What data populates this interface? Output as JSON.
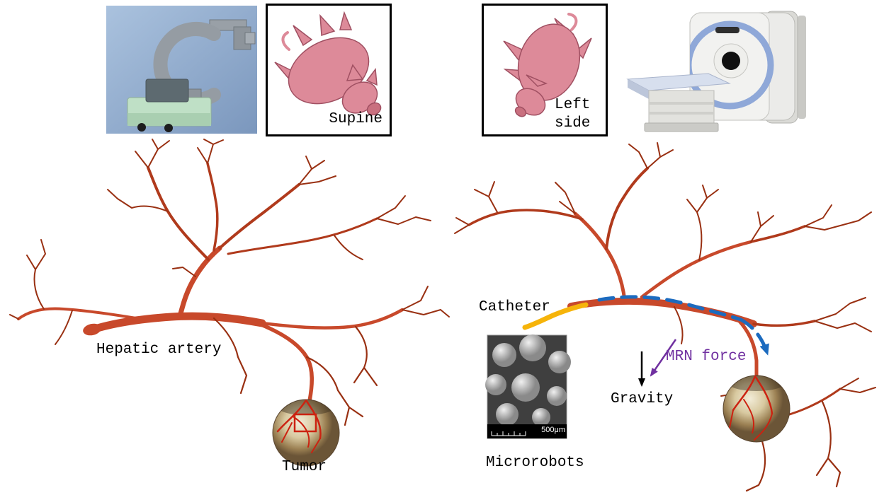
{
  "panels": {
    "left": {
      "device_icon": "c-arm-xray",
      "position_box": {
        "pig_icon": "pig-supine",
        "label": "Supine"
      },
      "labels": {
        "artery": "Hepatic artery",
        "tumor": "Tumor"
      }
    },
    "right": {
      "device_icon": "mri-scanner",
      "position_box": {
        "pig_icon": "pig-left-side",
        "label": "Left side"
      },
      "labels": {
        "catheter": "Catheter",
        "microrobots": "Microrobots",
        "gravity": "Gravity",
        "mrn_force": "MRN force"
      },
      "sem": {
        "scale_label": "500μm"
      }
    }
  },
  "colors": {
    "vessel": "#c8492b",
    "vessel2": "#b03a1c",
    "twig": "#993012",
    "tumor_vessel": "#cc2211",
    "catheter": "#f6b40a",
    "path": "#1c6bbf",
    "mrn": "#7030a0",
    "pig": "#dd8a99",
    "pig_outline": "#a05062",
    "text": "#000000"
  }
}
